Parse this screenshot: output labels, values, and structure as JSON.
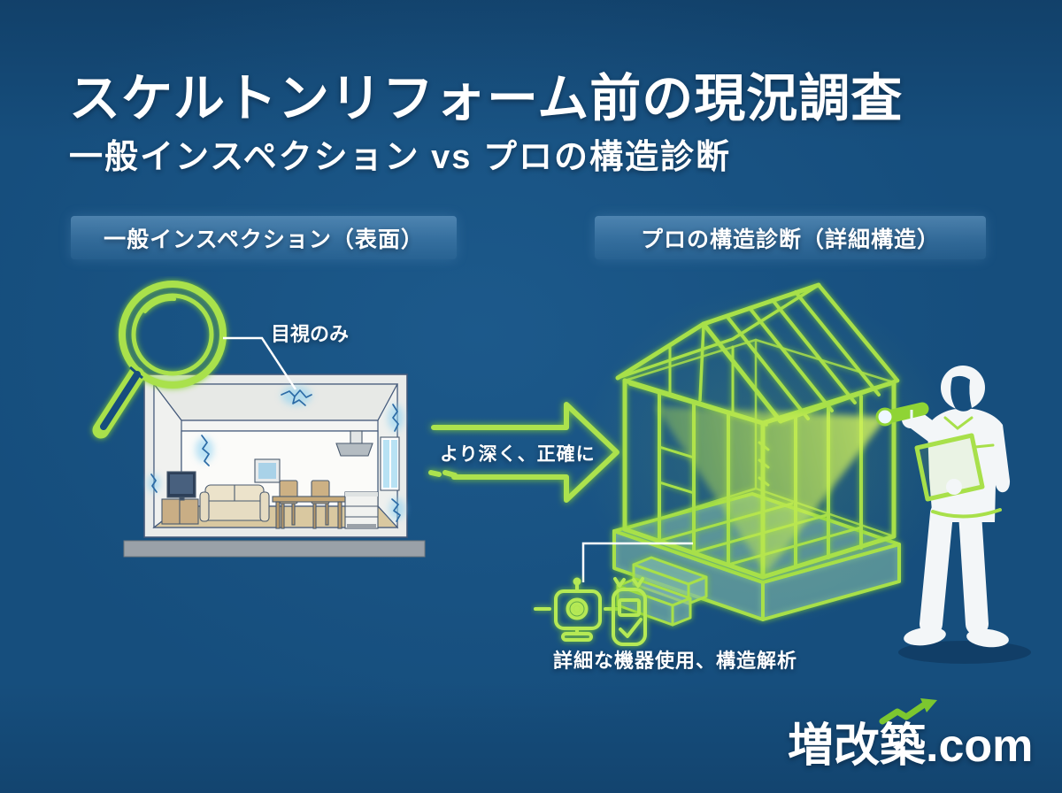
{
  "header": {
    "title": "スケルトンリフォーム前の現況調査",
    "subtitle": "一般インスペクション vs プロの構造診断"
  },
  "panels": {
    "left": {
      "heading": "一般インスペクション（表面）",
      "callout_label": "目視のみ"
    },
    "right": {
      "heading": "プロの構造診断（詳細構造）",
      "caption": "詳細な機器使用、構造解析"
    }
  },
  "transition": {
    "arrow_label": "より深く、正確に"
  },
  "branding": {
    "logo_text": "増改築.com"
  },
  "icons": {
    "magnifier-icon": "neon magnifying glass",
    "room-cutaway-illustration": "living room cross-section with cracks",
    "neon-arrow-right-icon": "glowing outline arrow",
    "house-frame-icon": "neon timber structural frame",
    "flashlight-icon": "green flashlight with light beam",
    "inspector-figure": "white silhouette inspector with clipboard",
    "inspection-camera-icon": "neon inspection camera",
    "moisture-meter-icon": "neon handheld detector with checkmark",
    "logo-arrow-icon": "green rising zigzag arrow"
  },
  "colors": {
    "background": "#164E7D",
    "header_band": "#3E76A6",
    "neon_green": "#A8E04A",
    "neon_glow": "#7CC626",
    "beam_green": "#C6EC52",
    "text_white": "#FFFFFF",
    "crack_blue": "#2B6BA6",
    "crack_glow": "#8ED2F2",
    "room_wall": "#F7F8F6",
    "floor_tan": "#D9C8A0",
    "base_gray": "#9AA1A8",
    "figure_white": "#F3F6F8"
  }
}
